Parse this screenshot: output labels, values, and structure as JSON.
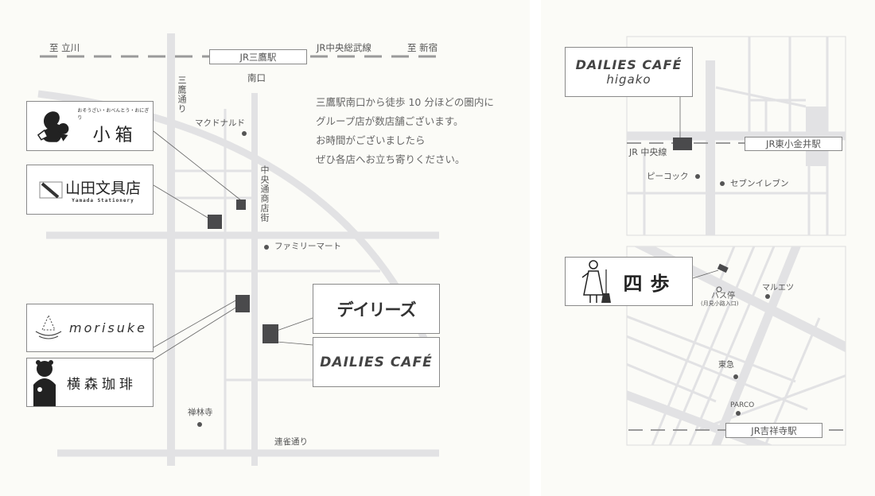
{
  "left_map": {
    "to_west": "至 立川",
    "line_name": "JR中央総武線",
    "to_east": "至 新宿",
    "station": "JR三鷹駅",
    "exit": "南口",
    "street_mitaka": "三鷹通り",
    "street_chuo": "中央通商店街",
    "street_renjaku": "連雀通り",
    "landmarks": {
      "mcdonalds": "マクドナルド",
      "familymart": "ファミリーマート",
      "zenrinji": "禅林寺"
    },
    "description": [
      "三鷹駅南口から徒歩 10 分ほどの圏内に",
      "グループ店が数店舗ございます。",
      "お時間がございましたら",
      "ぜひ各店へお立ち寄りください。"
    ],
    "shops": {
      "kobako": {
        "tagline": "おそうざい・おべんとう・おにぎり",
        "name": "小箱"
      },
      "yamada": {
        "name": "山田文具店",
        "sub": "Yamada Stationery"
      },
      "morisuke": {
        "name": "morisuke"
      },
      "yokomori": {
        "name": "横森珈琲"
      },
      "dailies": {
        "name": "デイリーズ"
      },
      "dailies_cafe": {
        "name": "DAILIES CAFÉ"
      }
    }
  },
  "higako_map": {
    "shop": {
      "name": "DAILIES CAFÉ",
      "sub": "higako"
    },
    "line_name": "JR 中央線",
    "station": "JR東小金井駅",
    "landmarks": {
      "peacock": "ピーコック",
      "seven": "セブンイレブン"
    }
  },
  "kichijoji_map": {
    "shop": {
      "name": "四歩"
    },
    "station": "JR吉祥寺駅",
    "landmarks": {
      "bus_stop": "バス停",
      "bus_stop_sub": "(月見小路入口)",
      "maruetsu": "マルエツ",
      "tokyu": "東急",
      "parco": "PARCO"
    }
  },
  "colors": {
    "background": "#fbfbf7",
    "road": "#e2e2e4",
    "marker": "#4a4a4c",
    "text": "#555555"
  }
}
